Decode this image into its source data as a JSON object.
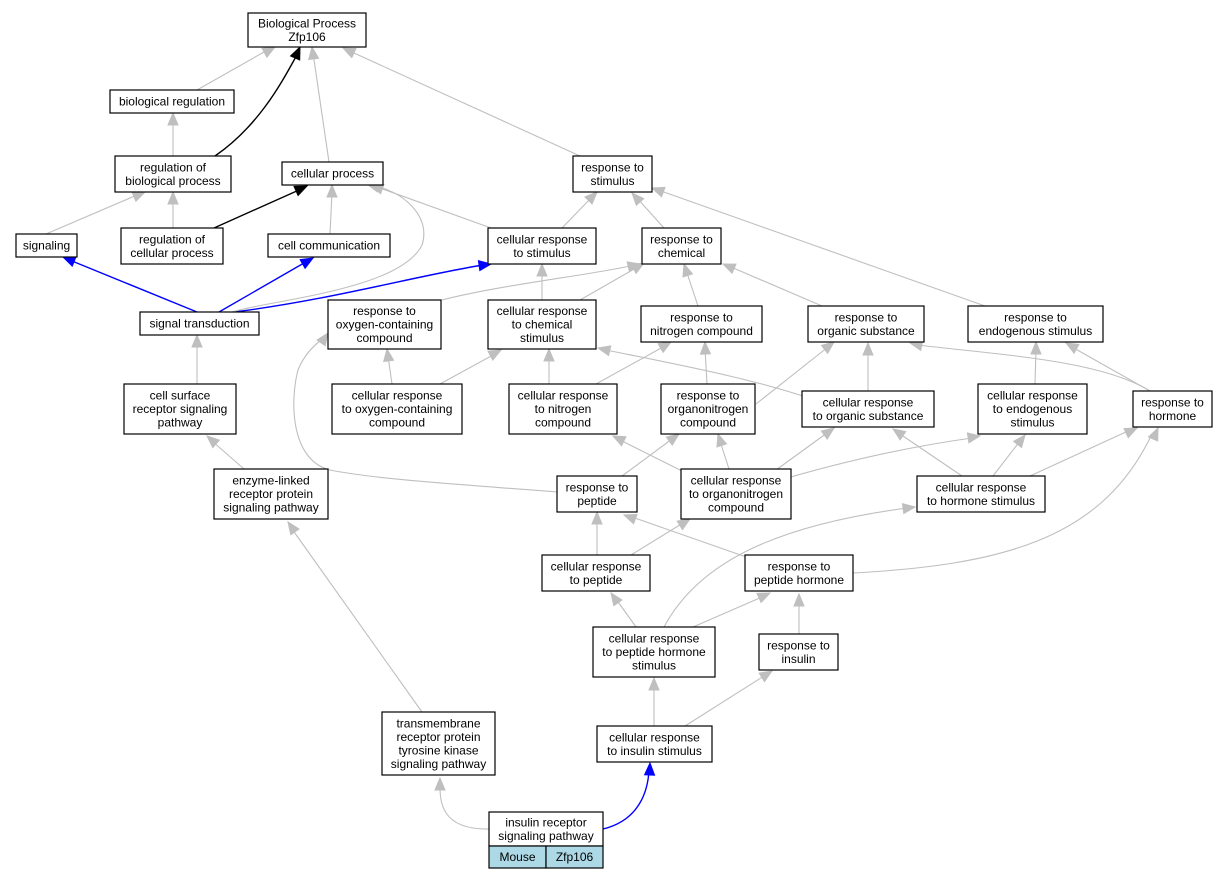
{
  "graph": {
    "colors": {
      "default_edge": "#bfbfbf",
      "direct_edge": "#000000",
      "blue_edge": "#0000ff",
      "legend_fill": "#add8e6"
    },
    "nodes": {
      "bp": {
        "lines": [
          "Biological Process",
          "Zfp106"
        ]
      },
      "bioreg": {
        "lines": [
          "biological regulation"
        ]
      },
      "regbio": {
        "lines": [
          "regulation of",
          "biological process"
        ]
      },
      "cellproc": {
        "lines": [
          "cellular process"
        ]
      },
      "resstim": {
        "lines": [
          "response to",
          "stimulus"
        ]
      },
      "signaling": {
        "lines": [
          "signaling"
        ]
      },
      "regcell": {
        "lines": [
          "regulation of",
          "cellular process"
        ]
      },
      "cellcomm": {
        "lines": [
          "cell communication"
        ]
      },
      "crstim": {
        "lines": [
          "cellular response",
          "to stimulus"
        ]
      },
      "rchem": {
        "lines": [
          "response to",
          "chemical"
        ]
      },
      "sigtrans": {
        "lines": [
          "signal transduction"
        ]
      },
      "roxy": {
        "lines": [
          "response to",
          "oxygen-containing",
          "compound"
        ]
      },
      "crchem": {
        "lines": [
          "cellular response",
          "to chemical",
          "stimulus"
        ]
      },
      "rnitro": {
        "lines": [
          "response to",
          "nitrogen compound"
        ]
      },
      "rorg": {
        "lines": [
          "response to",
          "organic substance"
        ]
      },
      "rendo": {
        "lines": [
          "response to",
          "endogenous stimulus"
        ]
      },
      "cellsurf": {
        "lines": [
          "cell surface",
          "receptor signaling",
          "pathway"
        ]
      },
      "croxy": {
        "lines": [
          "cellular response",
          "to oxygen-containing",
          "compound"
        ]
      },
      "crnitro": {
        "lines": [
          "cellular response",
          "to nitrogen",
          "compound"
        ]
      },
      "rorgn": {
        "lines": [
          "response to",
          "organonitrogen",
          "compound"
        ]
      },
      "crorg": {
        "lines": [
          "cellular response",
          "to organic substance"
        ]
      },
      "crendo": {
        "lines": [
          "cellular response",
          "to endogenous",
          "stimulus"
        ]
      },
      "rhorm": {
        "lines": [
          "response to",
          "hormone"
        ]
      },
      "enzyme": {
        "lines": [
          "enzyme-linked",
          "receptor protein",
          "signaling pathway"
        ]
      },
      "rpep": {
        "lines": [
          "response to",
          "peptide"
        ]
      },
      "crorgn": {
        "lines": [
          "cellular response",
          "to organonitrogen",
          "compound"
        ]
      },
      "crhorm": {
        "lines": [
          "cellular response",
          "to hormone stimulus"
        ]
      },
      "crpep": {
        "lines": [
          "cellular response",
          "to peptide"
        ]
      },
      "rpephorm": {
        "lines": [
          "response to",
          "peptide hormone"
        ]
      },
      "crpephorm": {
        "lines": [
          "cellular response",
          "to peptide hormone",
          "stimulus"
        ]
      },
      "rins": {
        "lines": [
          "response to",
          "insulin"
        ]
      },
      "tmrtk": {
        "lines": [
          "transmembrane",
          "receptor protein",
          "tyrosine kinase",
          "signaling pathway"
        ]
      },
      "crins": {
        "lines": [
          "cellular response",
          "to insulin stimulus"
        ]
      },
      "irsp": {
        "lines": [
          "insulin receptor",
          "signaling pathway"
        ]
      }
    },
    "legend": {
      "species": "Mouse",
      "gene": "Zfp106"
    }
  }
}
